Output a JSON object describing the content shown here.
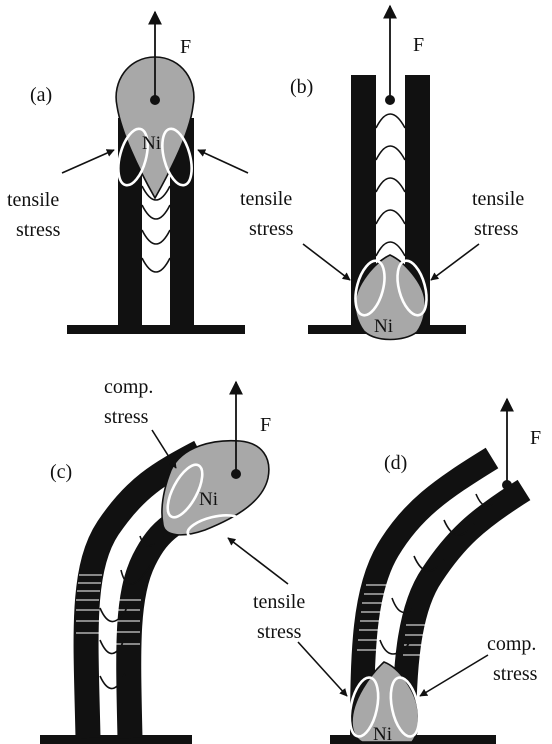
{
  "colors": {
    "wall": "#111111",
    "particle": "#a8a8a8",
    "highlight": "#ffffff",
    "background": "#ffffff"
  },
  "panels": [
    {
      "id": "a",
      "label": "(a)",
      "force_label": "F",
      "particle_label": "Ni",
      "stress_labels": [
        [
          "tensile",
          "stress"
        ]
      ]
    },
    {
      "id": "b",
      "label": "(b)",
      "force_label": "F",
      "particle_label": "Ni",
      "stress_labels": [
        [
          "tensile",
          "stress"
        ],
        [
          "tensile",
          "stress"
        ]
      ]
    },
    {
      "id": "c",
      "label": "(c)",
      "force_label": "F",
      "particle_label": "Ni",
      "stress_labels": [
        [
          "comp.",
          "stress"
        ],
        [
          "tensile",
          "stress"
        ]
      ]
    },
    {
      "id": "d",
      "label": "(d)",
      "force_label": "F",
      "particle_label": "Ni",
      "stress_labels": [
        [
          "comp.",
          "stress"
        ]
      ]
    }
  ]
}
